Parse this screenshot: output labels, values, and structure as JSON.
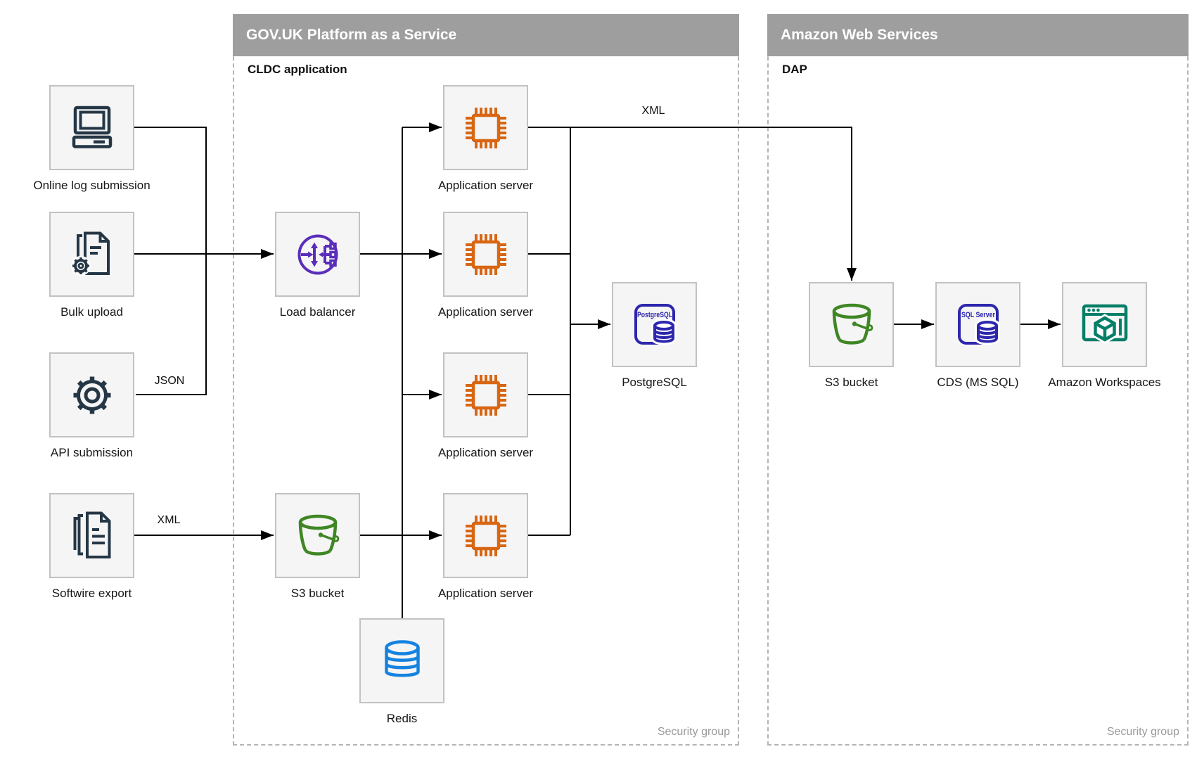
{
  "containers": {
    "govuk": {
      "title": "GOV.UK Platform as a Service",
      "subtitle": "CLDC application",
      "footer": "Security group"
    },
    "aws": {
      "title": "Amazon Web Services",
      "subtitle": "DAP",
      "footer": "Security group"
    }
  },
  "nodes": {
    "online_log": {
      "label": "Online log submission",
      "icon": "desktop-computer-icon"
    },
    "bulk_upload": {
      "label": "Bulk upload",
      "icon": "document-gear-icon"
    },
    "api_submission": {
      "label": "API submission",
      "icon": "gear-icon"
    },
    "softwire_export": {
      "label": "Softwire export",
      "icon": "documents-stack-icon"
    },
    "load_balancer": {
      "label": "Load balancer",
      "icon": "load-balancer-icon"
    },
    "app_server_1": {
      "label": "Application server",
      "icon": "chip-icon"
    },
    "app_server_2": {
      "label": "Application server",
      "icon": "chip-icon"
    },
    "app_server_3": {
      "label": "Application server",
      "icon": "chip-icon"
    },
    "app_server_4": {
      "label": "Application server",
      "icon": "chip-icon"
    },
    "s3_govuk": {
      "label": "S3 bucket",
      "icon": "s3-bucket-icon"
    },
    "redis": {
      "label": "Redis",
      "icon": "database-cylinder-icon"
    },
    "postgresql": {
      "label": "PostgreSQL",
      "icon": "postgresql-rds-icon",
      "icon_text": "PostgreSQL"
    },
    "s3_aws": {
      "label": "S3 bucket",
      "icon": "s3-bucket-icon"
    },
    "cds": {
      "label": "CDS (MS SQL)",
      "icon": "sql-server-rds-icon",
      "icon_text": "SQL Server"
    },
    "workspaces": {
      "label": "Amazon Workspaces",
      "icon": "workspaces-icon"
    }
  },
  "edge_labels": {
    "xml_to_dap": "XML",
    "json_api": "JSON",
    "xml_softwire": "XML"
  },
  "connections": [
    {
      "from": "online_log",
      "to": "load_balancer"
    },
    {
      "from": "bulk_upload",
      "to": "load_balancer"
    },
    {
      "from": "api_submission",
      "to": "load_balancer",
      "label": "JSON"
    },
    {
      "from": "softwire_export",
      "to": "s3_govuk",
      "label": "XML"
    },
    {
      "from": "load_balancer",
      "to": "app_server_1"
    },
    {
      "from": "load_balancer",
      "to": "app_server_2"
    },
    {
      "from": "load_balancer",
      "to": "app_server_3"
    },
    {
      "from": "load_balancer",
      "to": "app_server_4"
    },
    {
      "from": "s3_govuk",
      "to": "app_server_4"
    },
    {
      "from": "app_servers",
      "to": "redis"
    },
    {
      "from": "app_servers",
      "to": "postgresql"
    },
    {
      "from": "app_server_1",
      "to": "s3_aws",
      "label": "XML"
    },
    {
      "from": "s3_aws",
      "to": "cds"
    },
    {
      "from": "cds",
      "to": "workspaces"
    }
  ],
  "colors": {
    "header_gray": "#9e9e9e",
    "dashed_gray": "#b4b4b4",
    "box_fill": "#f5f5f5",
    "box_border": "#c2c2c2",
    "dark_navy": "#253746",
    "orange": "#d86613",
    "purple": "#5a2eba",
    "green": "#3f8624",
    "blue": "#1583e0",
    "indigo": "#2e27ad",
    "teal": "#067f68",
    "line_black": "#000000",
    "footer_gray": "#9a9a9a"
  }
}
